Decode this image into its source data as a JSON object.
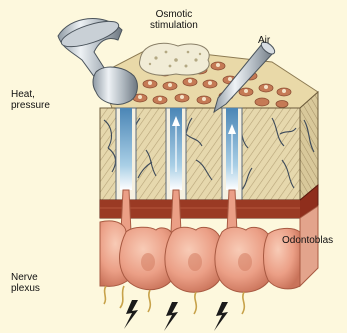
{
  "diagram": {
    "labels": {
      "osmotic": [
        "Osmotic",
        "stimulation"
      ],
      "air": "Air",
      "heat": [
        "Heat,",
        "pressure"
      ],
      "odontoblast": "Odontoblas",
      "nerve": [
        "Nerve",
        "plexus"
      ]
    },
    "colors": {
      "background": "#fdf8dd",
      "dentin_light": "#ece0b7",
      "dentin_hatch": "#b7a479",
      "tubule_blue": "#4b86b6",
      "cell_body": "#eb9f86",
      "cell_nucleus": "#c9664e",
      "nerve_fiber": "#c7a24a",
      "lightning": "#1a1a1a"
    }
  }
}
